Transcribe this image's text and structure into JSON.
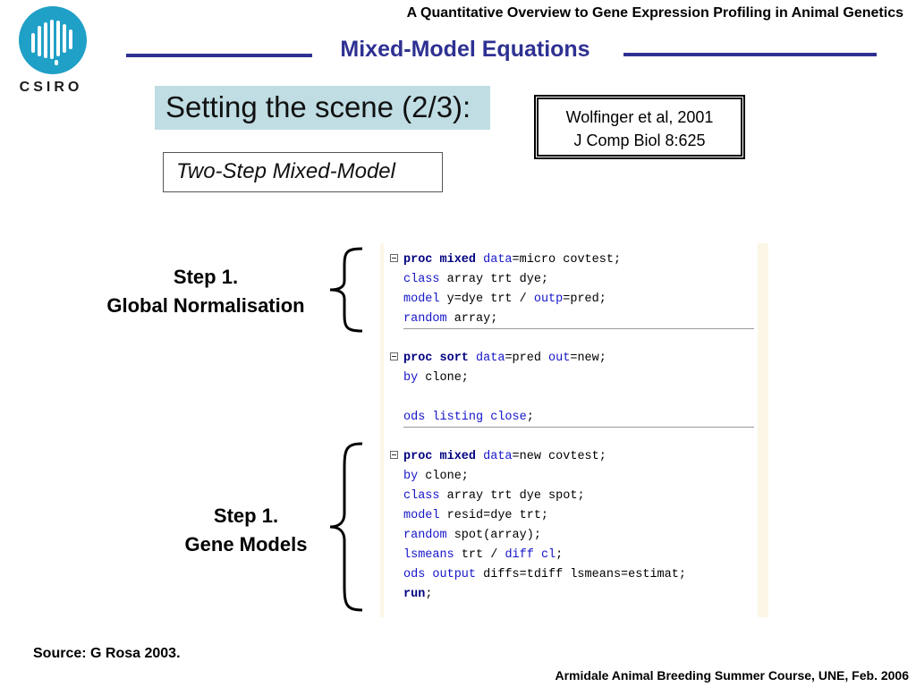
{
  "header": {
    "course_title": "A Quantitative Overview to Gene Expression Profiling in Animal Genetics",
    "section_title": "Mixed-Model Equations"
  },
  "logo": {
    "text": "CSIRO",
    "icon": "csiro-logo-icon"
  },
  "scene": {
    "title": "Setting the scene (2/3):"
  },
  "reference": {
    "line1": "Wolfinger et al, 2001",
    "line2": "J Comp Biol 8:625"
  },
  "model": {
    "label": "Two-Step Mixed-Model"
  },
  "steps": [
    {
      "line1": "Step 1.",
      "line2": "Global Normalisation"
    },
    {
      "line1": "Step 1.",
      "line2": "Gene Models"
    }
  ],
  "code": {
    "lines": [
      "proc mixed data=micro covtest;",
      "class array trt dye;",
      "model y=dye trt / outp=pred;",
      "random array;",
      "proc sort data=pred out=new;",
      "by clone;",
      "ods listing close;",
      "proc mixed data=new covtest;",
      "by clone;",
      "class array trt dye spot;",
      "model resid=dye trt;",
      "random spot(array);",
      "lsmeans trt / diff cl;",
      "ods output diffs=tdiff lsmeans=estimat;",
      "run;"
    ]
  },
  "source": "Source: G Rosa 2003.",
  "footer": "Armidale Animal Breeding Summer Course, UNE, Feb. 2006",
  "colors": {
    "accent": "#2e3192",
    "scene_bg": "#bfdde3",
    "logo": "#1fa0c7",
    "keyword": "#1515c8",
    "proc_keyword": "#000080"
  }
}
